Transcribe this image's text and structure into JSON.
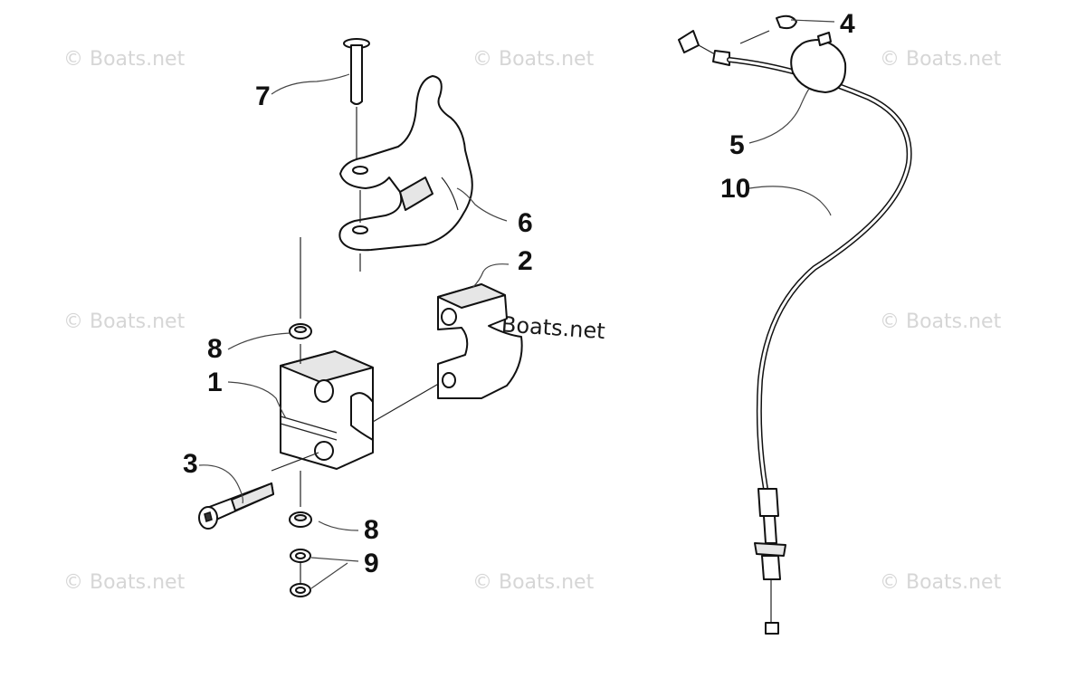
{
  "watermark": "© Boats.net",
  "callouts": {
    "c1": "1",
    "c2": "2",
    "c3": "3",
    "c4": "4",
    "c5": "5",
    "c6": "6",
    "c7": "7",
    "c8a": "8",
    "c8b": "8",
    "c9": "9",
    "c10": "10"
  }
}
